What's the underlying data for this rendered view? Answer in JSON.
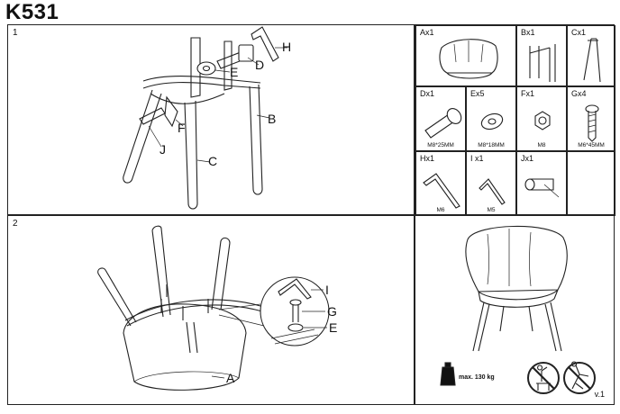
{
  "title": "K531",
  "steps": [
    {
      "number": "1",
      "callouts": [
        "H",
        "D",
        "E",
        "B",
        "F",
        "J",
        "C"
      ]
    },
    {
      "number": "2",
      "callouts": [
        "I",
        "G",
        "E",
        "A"
      ]
    }
  ],
  "parts": [
    {
      "label": "Ax1",
      "spec": ""
    },
    {
      "label": "Bx1",
      "spec": ""
    },
    {
      "label": "Cx1",
      "spec": ""
    },
    {
      "label": "Dx1",
      "spec": "M8*25MM"
    },
    {
      "label": "Ex5",
      "spec": "M8*18MM"
    },
    {
      "label": "Fx1",
      "spec": "M8"
    },
    {
      "label": "Gx4",
      "spec": "M6*45MM"
    },
    {
      "label": "Hx1",
      "spec": "M6"
    },
    {
      "label": "I x1",
      "spec": "M5"
    },
    {
      "label": "Jx1",
      "spec": ""
    }
  ],
  "max_load": "max.  130  kg",
  "icons": [
    "weight-icon",
    "no-standing-on-chair-icon",
    "no-tilting-chair-icon"
  ],
  "version": "v.1"
}
